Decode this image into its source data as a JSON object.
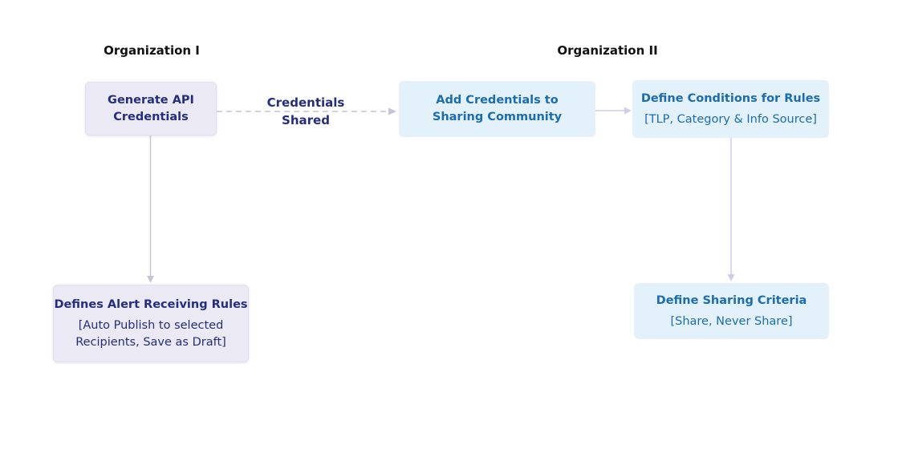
{
  "colors": {
    "canvas_bg": "#ffffff",
    "lavender_fill": "#eae9f4",
    "lavender_border": "#e0def0",
    "blue_fill": "#e2f1fa",
    "navy_text": "#252e7d",
    "blue_text": "#1b6cb1",
    "heading_text": "#121212",
    "arrow_gray": "#c5c3d6",
    "arrow_purple": "#d2cbee"
  },
  "headings": {
    "org1": "Organization I",
    "org2": "Organization II"
  },
  "nodes": {
    "generate_api": {
      "title": "Generate API Credentials"
    },
    "add_credentials": {
      "title": "Add Credentials to Sharing Community"
    },
    "define_conditions": {
      "title": "Define Conditions for Rules",
      "subtitle": "[TLP, Category & Info Source]"
    },
    "alert_rules": {
      "title": "Defines Alert Receiving Rules",
      "subtitle": "[Auto Publish to selected Recipients, Save as Draft]"
    },
    "sharing_criteria": {
      "title": "Define Sharing Criteria",
      "subtitle": "[Share, Never Share]"
    }
  },
  "edges": {
    "credentials_shared_label": "Credentials Shared"
  }
}
